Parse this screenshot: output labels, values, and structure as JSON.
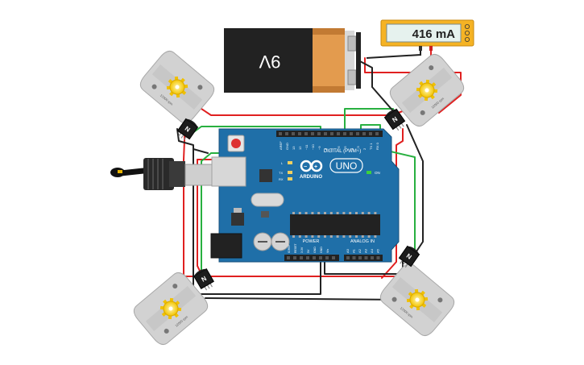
{
  "battery": {
    "label": "9V"
  },
  "multimeter": {
    "reading": "416 mA",
    "icons": [
      "multimeter-mode-icon",
      "multimeter-mode-icon",
      "multimeter-mode-icon"
    ]
  },
  "arduino": {
    "brand": "ARDUINO",
    "model": "UNO",
    "digital_label": "DIGITAL (PWM~)",
    "power_label": "POWER",
    "analog_label": "ANALOG IN",
    "on_label": "ON",
    "led_labels": [
      "L",
      "TX",
      "RX"
    ],
    "top_pins": [
      "AREF",
      "GND",
      "13",
      "12",
      "~11",
      "~10",
      "~9",
      "8",
      "7",
      "~6",
      "~5",
      "4",
      "~3",
      "2",
      "TX 1",
      "RX 0"
    ],
    "power_pins": [
      "IOREF",
      "RESET",
      "3.3V",
      "5V",
      "GND",
      "GND",
      "Vin"
    ],
    "analog_pins": [
      "A0",
      "A1",
      "A2",
      "A3",
      "A4",
      "A5"
    ]
  },
  "motors": [
    {
      "rpm": "12000 rpm"
    },
    {
      "rpm": "12000 rpm"
    },
    {
      "rpm": "12000 rpm"
    },
    {
      "rpm": "12000 rpm"
    }
  ],
  "transistors": [
    {
      "label": "N"
    },
    {
      "label": "N"
    },
    {
      "label": "N"
    },
    {
      "label": "N"
    }
  ],
  "colors": {
    "board": "#1f6fa8",
    "wire_red": "#e02020",
    "wire_green": "#28b040",
    "wire_black": "#222222",
    "meter": "#f5b324"
  }
}
